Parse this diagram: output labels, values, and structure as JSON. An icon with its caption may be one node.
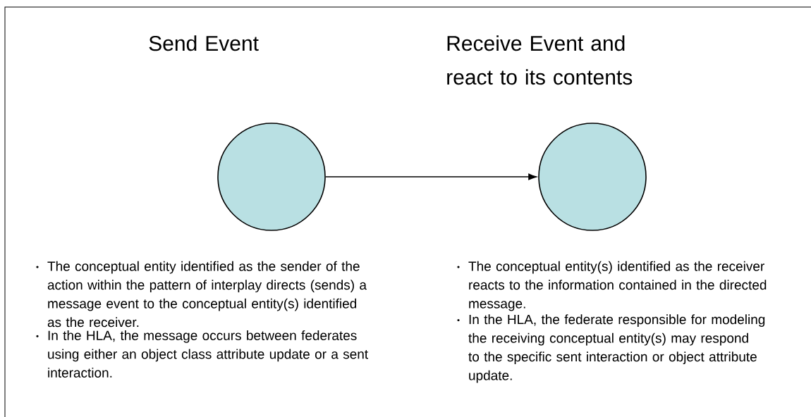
{
  "diagram": {
    "nodes": [
      {
        "text": [
          "Send Event"
        ],
        "beside": [
          "The conceptual entity identified as the sender of the action within the pattern of interplay directs (sends) a message event to the conceptual entity(s) identified as the receiver.",
          "In the HLA, the message occurs between federates using either an object class attribute update or a sent interaction."
        ]
      },
      {
        "text": [
          "Receive Event and react to its contents"
        ],
        "beside": [
          "The conceptual entity(s) identified as the receiver reacts to the information contained in the directed message.",
          "In the HLA, the federate responsible for modeling the receiving conceptual entity(s) may respond to the specific sent interaction or object attribute update."
        ]
      }
    ],
    "edges": [
      {
        "from": 0,
        "to": 1,
        "arrow": "to"
      }
    ]
  }
}
